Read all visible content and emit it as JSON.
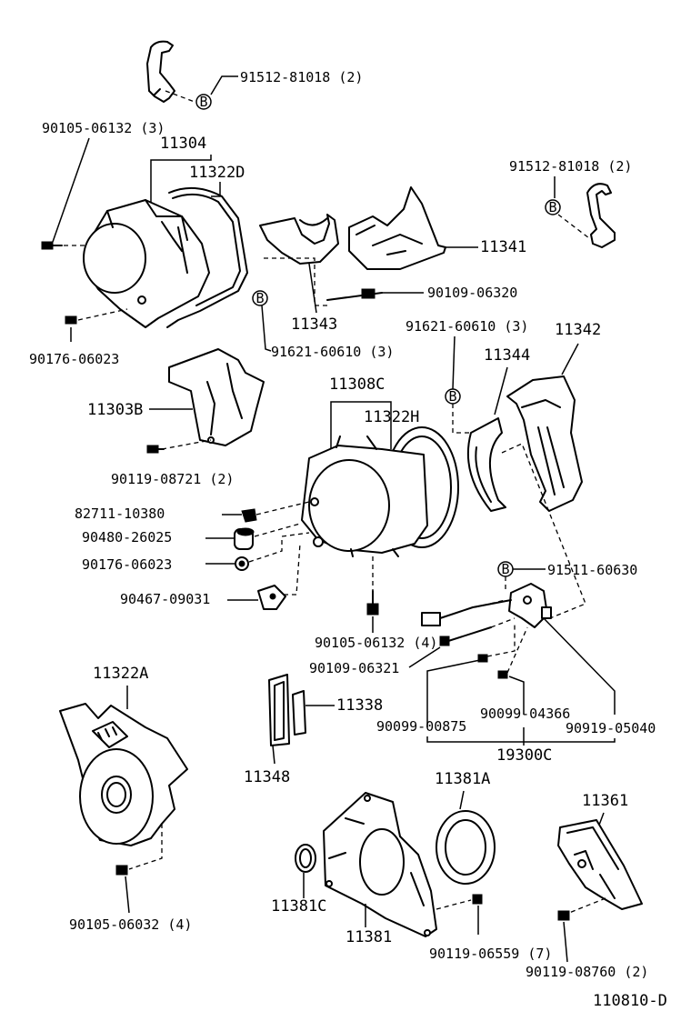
{
  "diagram_id": "110810-D",
  "marker": "B",
  "labels": {
    "l_91512_81018_top": "91512-81018 (2)",
    "l_90105_06132_3": "90105-06132 (3)",
    "l_11304": "11304",
    "l_11322D": "11322D",
    "l_91512_81018_right": "91512-81018 (2)",
    "l_11341": "11341",
    "l_90109_06320": "90109-06320",
    "l_11343": "11343",
    "l_90176_06023_a": "90176-06023",
    "l_91621_60610_a": "91621-60610 (3)",
    "l_91621_60610_b": "91621-60610 (3)",
    "l_11342": "11342",
    "l_11344": "11344",
    "l_11308C": "11308C",
    "l_11303B": "11303B",
    "l_11322H": "11322H",
    "l_90119_08721": "90119-08721 (2)",
    "l_82711_10380": "82711-10380",
    "l_90480_26025": "90480-26025",
    "l_90176_06023_b": "90176-06023",
    "l_91511_60630": "91511-60630",
    "l_90467_09031": "90467-09031",
    "l_90105_06132_4": "90105-06132 (4)",
    "l_90109_06321": "90109-06321",
    "l_11322A": "11322A",
    "l_11338": "11338",
    "l_90099_04366": "90099-04366",
    "l_90099_00875": "90099-00875",
    "l_90919_05040": "90919-05040",
    "l_11348": "11348",
    "l_19300C": "19300C",
    "l_11381A": "11381A",
    "l_11361": "11361",
    "l_11381C": "11381C",
    "l_11381": "11381",
    "l_90105_06032": "90105-06032 (4)",
    "l_90119_06559": "90119-06559 (7)",
    "l_90119_08760": "90119-08760 (2)"
  }
}
